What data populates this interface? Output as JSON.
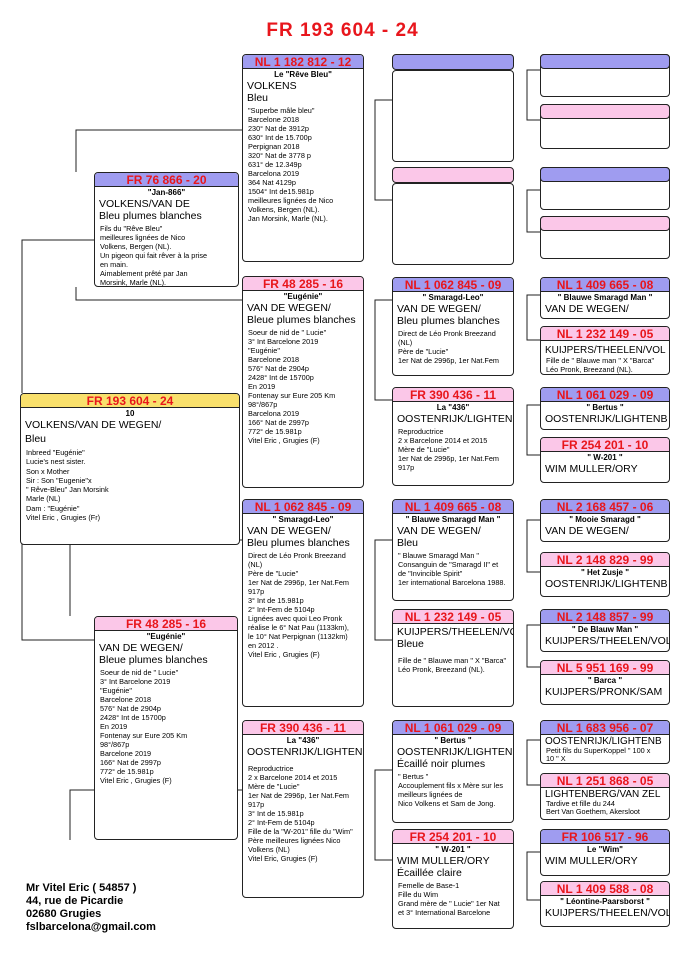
{
  "title": "FR  193 604  -  24",
  "subject": {
    "ring": "FR  193 604  -  24",
    "code": "10",
    "owner": "VOLKENS/VAN DE WEGEN/",
    "color": "Bleu",
    "notes": "Inbreed \"Eugénie\"\nLucie's nest sister.\nSon x Mother\nSir : Son \"Eugenie\"x\n\" Rêve-Bleu\" Jan Morsink\nMarle (NL)\nDam : \"Eugénie\"\nVitel Eric , Grugies (Fr)"
  },
  "sire": {
    "ring": "FR  76 866  -  20",
    "name": "\"Jan-866\"",
    "owner": "VOLKENS/VAN DE",
    "color": "Bleu plumes blanches",
    "notes": "Fils du \"Rêve Bleu\"\nmeilleures lignées de Nico\nVolkens, Bergen (NL).\nUn pigeon qui fait rêver à la prise\nen main.\nAimablement prêté par Jan\nMorsink, Marle (NL).\nX \"Eugénie Soeur de nid de\n\"Lucie\"\nVitel Eric, Grugies (F)."
  },
  "dam": {
    "ring": "FR  48 285  -  16",
    "name": "\"Eugénie\"",
    "owner": "VAN DE WEGEN/",
    "color": "Bleue plumes blanches",
    "notes": "Soeur de nid de \" Lucie\"\n3° Int Barcelone 2019\n\"Eugénie\"\nBarcelone 2018\n576° Nat de 2904p\n2428° Int de 15700p\nEn 2019\nFontenay sur Eure 205 Km\n98°/867p\nBarcelone 2019\n166° Nat de 2997p\n772° de 15.981p\n Vitel Eric , Grugies (F)"
  },
  "ss": {
    "ring": "NL  1 182 812  -  12",
    "name": "Le \"Rêve Bleu\"",
    "owner": "VOLKENS",
    "color": "Bleu",
    "notes": "\"Superbe  mâle bleu\"\nBarcelone 2018\n230° Nat de 3912p\n630° Int de 15.700p\nPerpignan 2018\n320° Nat de 3778 p\n631° de 12.349p\nBarcelona 2019\n364 Nat 4129p\n1504° Int de15.981p\nmeilleures lignées de Nico\nVolkens, Bergen (NL).\nJan Morsink, Marle (NL)."
  },
  "sd": {
    "ring": "FR  48 285  -  16",
    "name": "\"Eugénie\"",
    "owner": "VAN DE WEGEN/",
    "color": "Bleue plumes blanches",
    "notes": "Soeur de nid de \" Lucie\"\n3° Int Barcelone 2019\n\"Eugénie\"\nBarcelone 2018\n576° Nat de 2904p\n2428° Int de 15700p\nEn 2019\nFontenay sur Eure 205 Km\n98°/867p\nBarcelona 2019\n166° Nat de 2997p\n772° de 15.981p\n Vitel Eric , Grugies (F)"
  },
  "ds": {
    "ring": "NL  1 062 845  -  09",
    "name": "\" Smaragd-Leo\"",
    "owner": "VAN DE WEGEN/",
    "color": "Bleu plumes blanches",
    "notes": "Direct de Léo Pronk Breezand\n(NL)\nPère de \"Lucie\"\n1er Nat de 2996p, 1er Nat.Fem\n917p\n3° Int de 15.981p\n2° Int-Fem de 5104p\nLignées  avec quoi Leo Pronk\nréalise le 6° Nat Pau (1133km),\nle 10° Nat Perpignan (1132km)\nen 2012 .\nVitel Eric , Grugies (F)"
  },
  "dd": {
    "ring": "FR  390 436  -  11",
    "name": "La \"436\"",
    "owner": "OOSTENRIJK/LIGHTENB",
    "color": "",
    "notes": "Reproductrice\n2 x Barcelone 2014 et 2015\nMère de \"Lucie\"\n1er Nat de 2996p, 1er Nat.Fem\n917p\n3° Int de 15.981p\n2° Int-Fem de 5104p\nFille de la  \"W-201\" fille du \"Wim\"\nPère meilleures lignées Nico\nVolkens (NL)\nVitel Eric, Grugies (F)"
  },
  "g3": {
    "ring": "NL  1 062 845  -  09",
    "name": "\" Smaragd-Leo\"",
    "owner": "VAN DE WEGEN/",
    "color": "Bleu plumes blanches",
    "notes": "Direct de Léo Pronk Breezand\n(NL)\nPère de \"Lucie\"\n1er Nat de 2996p, 1er Nat.Fem"
  },
  "g4": {
    "ring": "FR  390 436  -  11",
    "name": "La \"436\"",
    "owner": "OOSTENRIJK/LIGHTENB",
    "color": "",
    "notes": "Reproductrice\n2 x Barcelone 2014 et 2015\nMère de \"Lucie\"\n1er Nat de 2996p, 1er Nat.Fem\n917p"
  },
  "g5": {
    "ring": "NL  1 409 665  -  08",
    "name": "\" Blauwe Smaragd Man \"",
    "owner": "VAN DE WEGEN/",
    "color": "Bleu",
    "notes": "\" Blauwe Smaragd Man \"\nConsanguin de \"Smaragd II\" et\nde \"Invincible Spirit\"\n1er international Barcelona 1988."
  },
  "g6": {
    "ring": "NL  1 232 149  -  05",
    "name": "",
    "owner": "KUIJPERS/THEELEN/VOL",
    "color": "Bleue",
    "notes": "Fille de \" Blauwe man \" X \"Barca\"\nLéo Pronk, Breezand (NL)."
  },
  "g7": {
    "ring": "NL  1 061 029  -  09",
    "name": "\" Bertus \"",
    "owner": "OOSTENRIJK/LIGHTENB",
    "color": "Écaillé noir plumes",
    "notes": "\" Bertus \"\nAccouplement fils x Mère sur les\nmeilleurs lignées de\nNico Volkens et Sam de Jong."
  },
  "g8": {
    "ring": "FR  254 201  -  10",
    "name": "\" W-201 \"",
    "owner": "WIM MULLER/ORY",
    "color": "Écaillée claire",
    "notes": "Femelle de Base-1\nFille du Wim\nGrand mère de \" Lucie\" 1er Nat\net 3° International Barcelone"
  },
  "r": [
    {
      "ring": "NL  1 409 665  -  08",
      "name": "\" Blauwe Smaragd Man \"",
      "owner": "VAN DE WEGEN/",
      "notes": ""
    },
    {
      "ring": "NL  1 232 149  -  05",
      "name": "",
      "owner": "KUIJPERS/THEELEN/VOL",
      "notes": "Fille de \" Blauwe man \" X \"Barca\"\nLéo Pronk, Breezand (NL)."
    },
    {
      "ring": "NL  1 061 029  -  09",
      "name": "\" Bertus \"",
      "owner": "OOSTENRIJK/LIGHTENB",
      "notes": ""
    },
    {
      "ring": "FR  254 201  -  10",
      "name": "\" W-201 \"",
      "owner": "WIM MULLER/ORY",
      "notes": ""
    },
    {
      "ring": "NL  2 168 457  -  06",
      "name": "\" Mooie Smaragd \"",
      "owner": "VAN DE WEGEN/",
      "notes": ""
    },
    {
      "ring": "NL  2 148 829  -  99",
      "name": "\" Het Zusje \"",
      "owner": "OOSTENRIJK/LIGHTENB",
      "notes": ""
    },
    {
      "ring": "NL  2 148 857  -  99",
      "name": "\" De Blauw Man \"",
      "owner": "KUIJPERS/THEELEN/VOL",
      "notes": ""
    },
    {
      "ring": "NL  5 951 169  -  99",
      "name": "\" Barca \"",
      "owner": "KUIJPERS/PRONK/SAM",
      "notes": ""
    },
    {
      "ring": "NL  1 683 956  -  07",
      "name": "",
      "owner": "OOSTENRIJK/LIGHTENB",
      "notes": "Petit fils du SuperKoppel \" 100 x\n10 \" X"
    },
    {
      "ring": "NL  1 251 868  -  05",
      "name": "",
      "owner": "LIGHTENBERG/VAN ZEL",
      "notes": "Tardive et fille du 244\nBert Van Goethem, Akersloot"
    },
    {
      "ring": "FR  106 517  -  96",
      "name": "Le \"Wim\"",
      "owner": "WIM MULLER/ORY",
      "notes": ""
    },
    {
      "ring": "NL  1 409 588  -  08",
      "name": "\" Léontine-Paarsborst \"",
      "owner": "KUIJPERS/THEELEN/VOL",
      "notes": ""
    }
  ],
  "owner_block": {
    "name": "Mr Vitel Eric ( 54857 )",
    "street": "44, rue de Picardie",
    "city": "02680 Grugies",
    "email": "fslbarcelona@gmail.com"
  },
  "colors": {
    "ring_text": "#e8161c",
    "male_header": "#9f9cf0",
    "female_header": "#fbc7e8",
    "subject_header": "#f9e06c"
  }
}
